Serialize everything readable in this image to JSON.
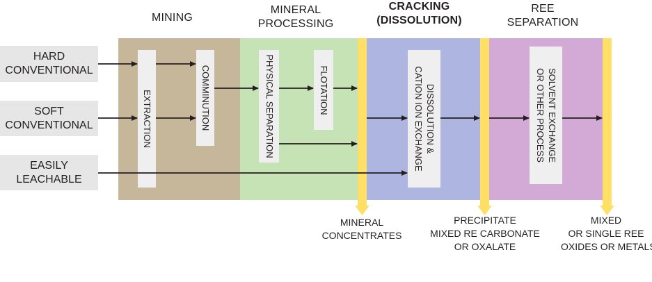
{
  "headers": {
    "mining": "MINING",
    "mineral_processing": [
      "MINERAL",
      "PROCESSING"
    ],
    "cracking": [
      "CRACKING",
      "(DISSOLUTION)"
    ],
    "ree_separation": [
      "REE",
      "SEPARATION"
    ]
  },
  "sources": {
    "hard": [
      "HARD",
      "CONVENTIONAL"
    ],
    "soft": [
      "SOFT",
      "CONVENTIONAL"
    ],
    "easily": [
      "EASILY",
      "LEACHABLE"
    ]
  },
  "boxes": {
    "extraction": "EXTRACTION",
    "comminution": "COMMINUTION",
    "physical_separation": "PHYSICAL SEPARATION",
    "flotation": "FLOTATION",
    "dissolution": [
      "DISSOLUTION &",
      "CATION ION EXCHANGE"
    ],
    "solvent": [
      "SOLVENT EXCHANGE",
      "OR OTHER PROCESS"
    ]
  },
  "outputs": {
    "mineral": [
      "MINERAL",
      "CONCENTRATES"
    ],
    "precipitate": [
      "PRECIPITATE",
      "MIXED RE CARBONATE",
      "OR OXALATE"
    ],
    "mixed": [
      "MIXED",
      "OR SINGLE REE",
      "OXIDES OR METALS"
    ]
  },
  "colors": {
    "mining_band": "#c6b69a",
    "processing_band": "#c5e3b5",
    "cracking_band": "#aeb5e0",
    "separation_band": "#d3aad6",
    "yellow_bar": "#ffe066",
    "box_fill": "#efefef",
    "source_fill": "#e6e6e6",
    "arrow": "#231f20"
  }
}
